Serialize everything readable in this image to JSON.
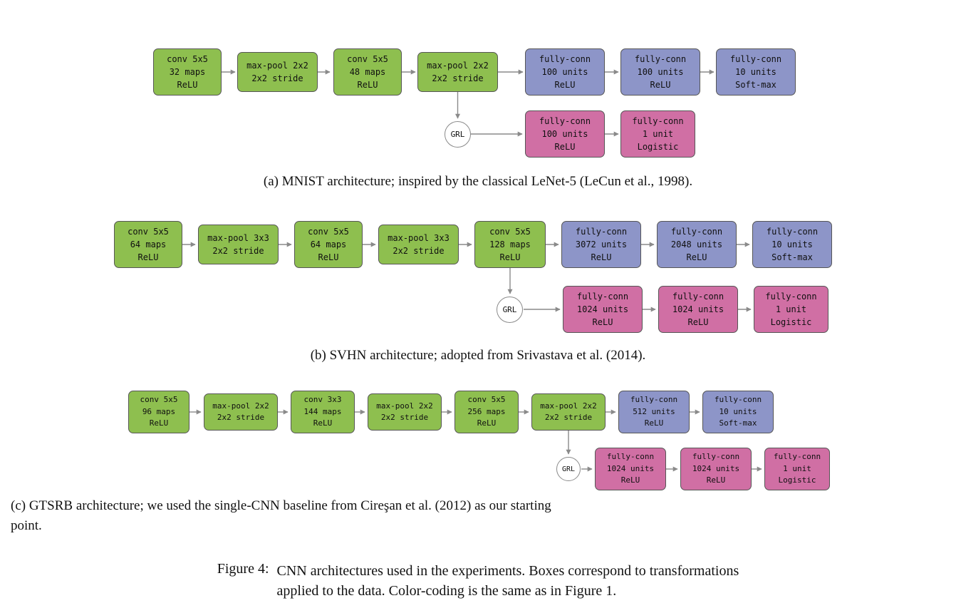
{
  "colors": {
    "feature_green": "#8ebf4f",
    "classifier_blue": "#8d95c8",
    "domain_pink": "#d06fa4",
    "arrow_gray": "#8a8a8a",
    "box_border": "#565656"
  },
  "figure": {
    "caption_label": "Figure 4:",
    "caption_body": "CNN architectures used in the experiments. Boxes correspond to transformations\napplied to the data. Color-coding is the same as in Figure 1."
  },
  "diagrams": {
    "a": {
      "caption": "(a) MNIST architecture; inspired by the classical LeNet-5 (LeCun et al., 1998).",
      "grl": "GRL",
      "boxes": {
        "conv1": "conv 5x5\n32 maps\nReLU",
        "pool1": "max-pool 2x2\n2x2 stride",
        "conv2": "conv 5x5\n48 maps\nReLU",
        "pool2": "max-pool 2x2\n2x2 stride",
        "fc1": "fully-conn\n100 units\nReLU",
        "fc2": "fully-conn\n100 units\nReLU",
        "fc3": "fully-conn\n10 units\nSoft-max",
        "dfc1": "fully-conn\n100 units\nReLU",
        "dfc2": "fully-conn\n1 unit\nLogistic"
      }
    },
    "b": {
      "caption": "(b) SVHN architecture; adopted from Srivastava et al. (2014).",
      "grl": "GRL",
      "boxes": {
        "conv1": "conv 5x5\n64 maps\nReLU",
        "pool1": "max-pool 3x3\n2x2 stride",
        "conv2": "conv 5x5\n64 maps\nReLU",
        "pool2": "max-pool 3x3\n2x2 stride",
        "conv3": "conv 5x5\n128 maps\nReLU",
        "fc1": "fully-conn\n3072 units\nReLU",
        "fc2": "fully-conn\n2048 units\nReLU",
        "fc3": "fully-conn\n10 units\nSoft-max",
        "dfc1": "fully-conn\n1024 units\nReLU",
        "dfc2": "fully-conn\n1024 units\nReLU",
        "dfc3": "fully-conn\n1 unit\nLogistic"
      }
    },
    "c": {
      "caption": "(c) GTSRB architecture; we used the single-CNN baseline from Cireşan et al. (2012) as our starting\npoint.",
      "grl": "GRL",
      "boxes": {
        "conv1": "conv 5x5\n96 maps\nReLU",
        "pool1": "max-pool 2x2\n2x2 stride",
        "conv2": "conv 3x3\n144 maps\nReLU",
        "pool2": "max-pool 2x2\n2x2 stride",
        "conv3": "conv 5x5\n256 maps\nReLU",
        "pool3": "max-pool 2x2\n2x2 stride",
        "fc1": "fully-conn\n512 units\nReLU",
        "fc2": "fully-conn\n10 units\nSoft-max",
        "dfc1": "fully-conn\n1024 units\nReLU",
        "dfc2": "fully-conn\n1024 units\nReLU",
        "dfc3": "fully-conn\n1 unit\nLogistic"
      }
    }
  }
}
